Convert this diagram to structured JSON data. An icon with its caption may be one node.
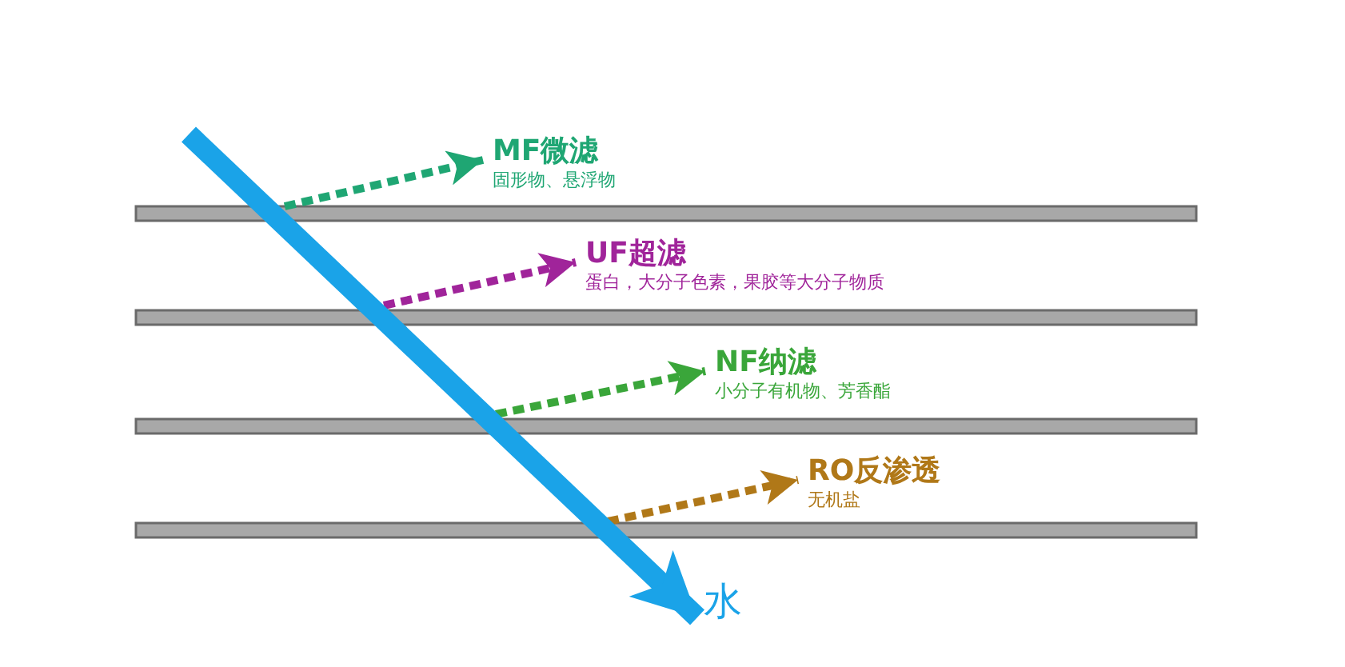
{
  "diagram": {
    "nodes": [
      {
        "text": [
          "MF微滤",
          "固形物、悬浮物"
        ]
      },
      {
        "text": [
          "UF超滤",
          "蛋白，大分子色素，果胶等大分子物质"
        ]
      },
      {
        "text": [
          "NF纳滤",
          "小分子有机物、芳香酯"
        ]
      },
      {
        "text": [
          "RO反渗透",
          "无机盐"
        ]
      },
      {
        "text": [
          "水"
        ]
      }
    ],
    "edges": [
      {
        "from": null,
        "to": 0,
        "arrow": "to",
        "style": "dashed",
        "color": "#1fa673"
      },
      {
        "from": null,
        "to": 1,
        "arrow": "to",
        "style": "dashed",
        "color": "#a0249a"
      },
      {
        "from": null,
        "to": 2,
        "arrow": "to",
        "style": "dashed",
        "color": "#3aa63a"
      },
      {
        "from": null,
        "to": 3,
        "arrow": "to",
        "style": "dashed",
        "color": "#b07818"
      },
      {
        "from": null,
        "to": 4,
        "arrow": "to",
        "style": "thick",
        "color": "#1aa3e8"
      }
    ]
  }
}
